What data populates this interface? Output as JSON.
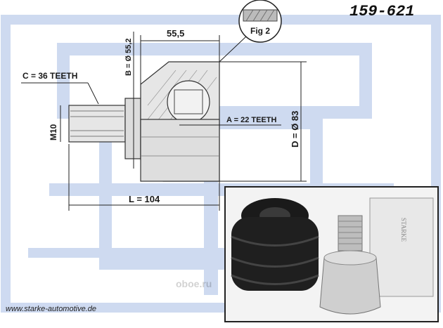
{
  "part_number": "159-621",
  "website": "www.starke-automotive.de",
  "watermark": "oboe.ru",
  "figure_label": "Fig 2",
  "dimensions": {
    "length_label": "L = 104",
    "width_label": "55,5",
    "b_label": "B = Ø 55,2",
    "d_label": "D = Ø 83",
    "a_label": "A = 22 TEETH",
    "c_label": "C = 36 TEETH",
    "thread_label": "M10"
  },
  "colors": {
    "brand_blue": "#1f5fb3",
    "background_logo": "#c9d6ef",
    "part_fill": "#e6e6e6"
  },
  "icons": [
    "joint-photo-icon",
    "fig-detail-icon",
    "brand-logo-icon"
  ]
}
